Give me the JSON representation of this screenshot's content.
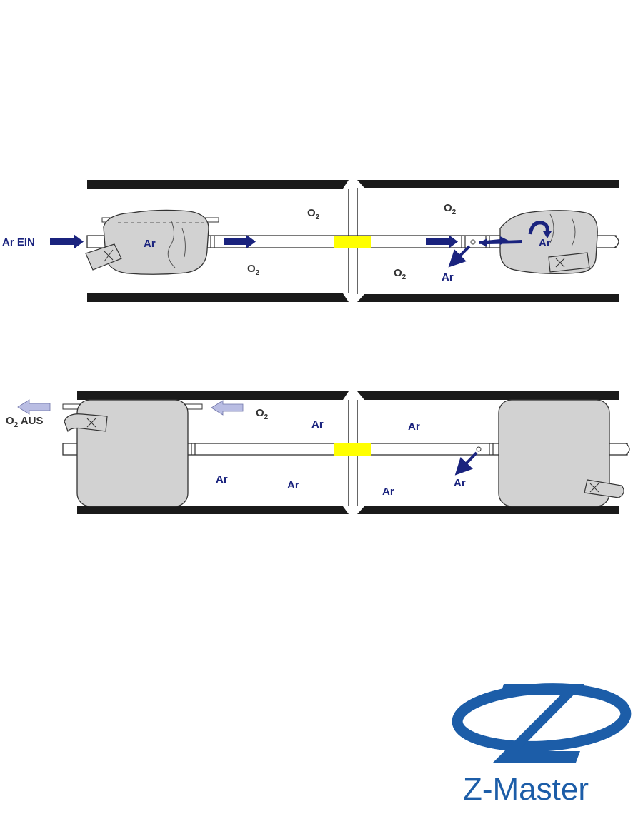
{
  "diagram_top": {
    "inlet_label": "Ar EIN",
    "gas_ar": "Ar",
    "gas_o2_main": "O",
    "gas_o2_sub": "2"
  },
  "diagram_bottom": {
    "outlet_label_main": "O",
    "outlet_label_sub": "2",
    "outlet_label_suffix": " AUS",
    "gas_ar": "Ar",
    "gas_o2_main": "O",
    "gas_o2_sub": "2"
  },
  "logo": {
    "brand_name": "Z-Master",
    "brand_color": "#1c5da8"
  },
  "colors": {
    "arrow_ar": "#1a237e",
    "arrow_o2_out": "#b9bde3",
    "connector": "#ffff00",
    "balloon_fill": "#d2d2d2",
    "pipe_wall": "#1a1a1a"
  }
}
